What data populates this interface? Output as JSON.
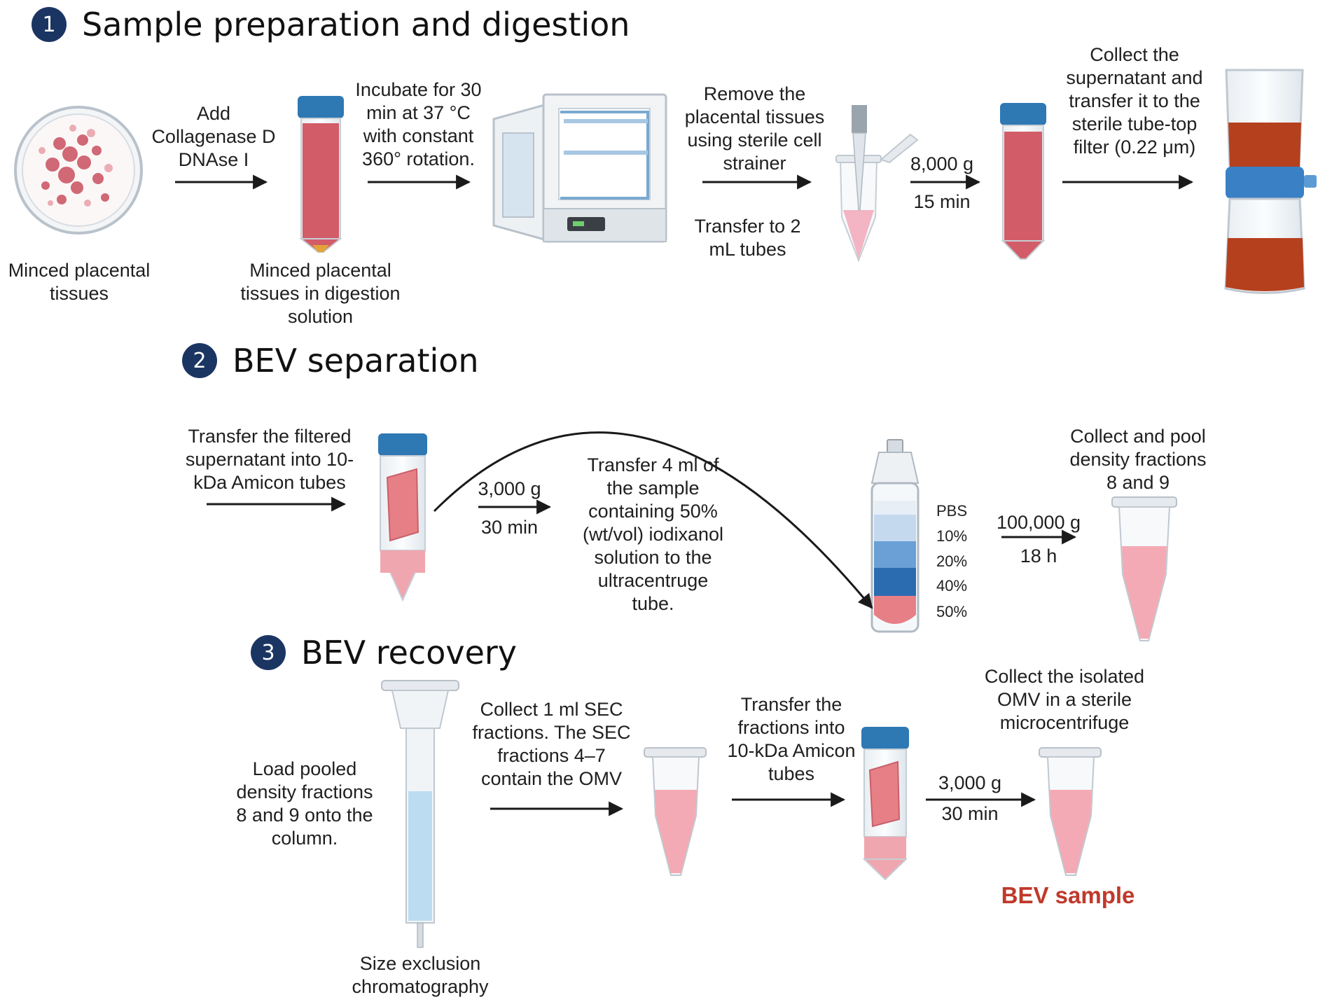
{
  "colors": {
    "accent_navy": "#1b3563",
    "sample_red": "#c0392b",
    "tube_blue": "#2b73b5",
    "pink": "#f0a6ae"
  },
  "section1": {
    "badge": "1",
    "title": "Sample preparation and digestion",
    "minced_tissues": "Minced placental\ntissues",
    "add_enzymes": "Add\nCollagenase D\nDNAse I",
    "tube_label": "Minced placental\ntissues in digestion\nsolution",
    "incubate": "Incubate for 30\nmin at 37 °C\nwith constant\n360° rotation.",
    "remove": "Remove the\nplacental tissues\nusing sterile cell\nstrainer",
    "transfer_2ml": "Transfer to 2\nmL tubes",
    "spin_g": "8,000 g",
    "spin_time": "15 min",
    "collect_filter": "Collect the\nsupernatant and\ntransfer it to the\nsterile tube-top\nfilter (0.22 μm)"
  },
  "section2": {
    "badge": "2",
    "title": "BEV separation",
    "transfer_amicon": "Transfer the filtered\nsupernatant into  10-\nkDa Amicon tubes",
    "spin_g": "3,000 g",
    "spin_time": "30 min",
    "transfer_iodixanol": "Transfer 4 ml of\nthe sample\ncontaining 50%\n(wt/vol) iodixanol\nsolution to the\nultracentruge\ntube.",
    "layers": [
      "PBS",
      "10%",
      "20%",
      "40%",
      "50%"
    ],
    "ultra_g": "100,000 g",
    "ultra_time": "18 h",
    "collect_pool": "Collect and pool\ndensity fractions\n8 and 9"
  },
  "section3": {
    "badge": "3",
    "title": "BEV recovery",
    "load_pooled": "Load pooled\ndensity fractions\n8 and 9 onto the\ncolumn.",
    "sec_label": "Size exclusion\nchromatography",
    "collect_sec": "Collect 1 ml SEC\nfractions. The SEC\nfractions 4–7\ncontain the OMV",
    "transfer_fractions": "Transfer the\nfractions into\n10-kDa Amicon\ntubes",
    "spin_g": "3,000 g",
    "spin_time": "30 min",
    "collect_isolated": "Collect the isolated\nOMV in a sterile\nmicrocentrifuge",
    "bev_sample": "BEV sample"
  }
}
